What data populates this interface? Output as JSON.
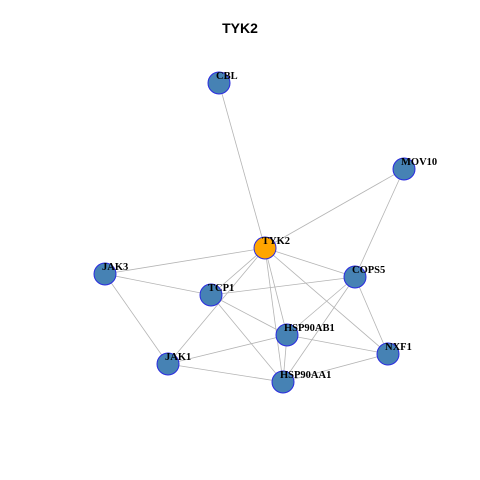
{
  "title": "TYK2",
  "colors": {
    "center_node": "#ffa500",
    "node": "#4682b4",
    "node_border": "#2a2ae0",
    "edge": "#b4b4b4"
  },
  "network": {
    "center": "TYK2",
    "nodes": [
      {
        "id": "TYK2",
        "label": "TYK2"
      },
      {
        "id": "CBL",
        "label": "CBL"
      },
      {
        "id": "MOV10",
        "label": "MOV10"
      },
      {
        "id": "JAK3",
        "label": "JAK3"
      },
      {
        "id": "COPS5",
        "label": "COPS5"
      },
      {
        "id": "TCP1",
        "label": "TCP1"
      },
      {
        "id": "HSP90AB1",
        "label": "HSP90AB1"
      },
      {
        "id": "JAK1",
        "label": "JAK1"
      },
      {
        "id": "NXF1",
        "label": "NXF1"
      },
      {
        "id": "HSP90AA1",
        "label": "HSP90AA1"
      }
    ],
    "edges": [
      [
        "TYK2",
        "CBL"
      ],
      [
        "TYK2",
        "MOV10"
      ],
      [
        "TYK2",
        "JAK3"
      ],
      [
        "TYK2",
        "COPS5"
      ],
      [
        "TYK2",
        "TCP1"
      ],
      [
        "TYK2",
        "HSP90AB1"
      ],
      [
        "TYK2",
        "JAK1"
      ],
      [
        "TYK2",
        "NXF1"
      ],
      [
        "TYK2",
        "HSP90AA1"
      ],
      [
        "MOV10",
        "COPS5"
      ],
      [
        "JAK3",
        "TCP1"
      ],
      [
        "JAK3",
        "JAK1"
      ],
      [
        "TCP1",
        "COPS5"
      ],
      [
        "TCP1",
        "HSP90AB1"
      ],
      [
        "TCP1",
        "HSP90AA1"
      ],
      [
        "COPS5",
        "HSP90AB1"
      ],
      [
        "COPS5",
        "HSP90AA1"
      ],
      [
        "COPS5",
        "NXF1"
      ],
      [
        "HSP90AB1",
        "JAK1"
      ],
      [
        "HSP90AB1",
        "NXF1"
      ],
      [
        "HSP90AB1",
        "HSP90AA1"
      ],
      [
        "JAK1",
        "HSP90AA1"
      ],
      [
        "HSP90AA1",
        "NXF1"
      ]
    ]
  }
}
